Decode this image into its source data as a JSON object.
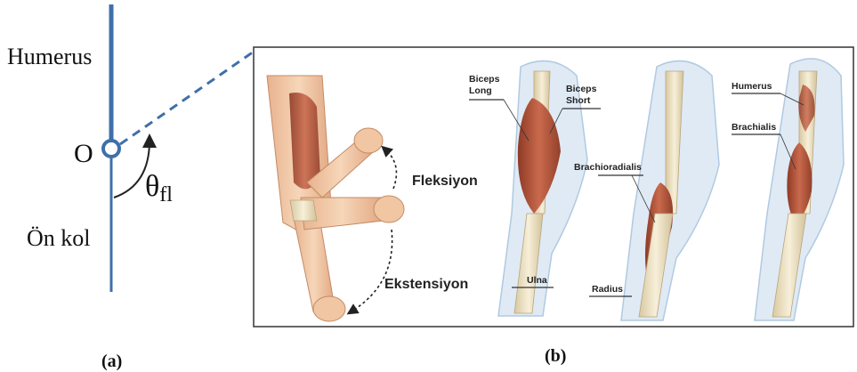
{
  "panel_a": {
    "humerus_label": "Humerus",
    "pivot_label": "O",
    "angle_symbol": "θ",
    "angle_subscript": "fl",
    "forearm_label": "Ön kol",
    "caption": "(a)"
  },
  "panel_b": {
    "flexion_label": "Fleksiyon",
    "extension_label": "Ekstensiyon",
    "biceps_long": [
      "Biceps",
      "Long"
    ],
    "biceps_short": [
      "Biceps",
      "Short"
    ],
    "brachioradialis": "Brachioradialis",
    "ulna": "Ulna",
    "radius": "Radius",
    "humerus": "Humerus",
    "brachialis": "Brachialis",
    "caption": "(b)"
  },
  "colors": {
    "schematic_blue": "#3f6fa9",
    "muscle": "#b5583e",
    "skin": "#f0c8a4",
    "bone": "#efe3c4",
    "arm_outline": "#a9c4de"
  }
}
